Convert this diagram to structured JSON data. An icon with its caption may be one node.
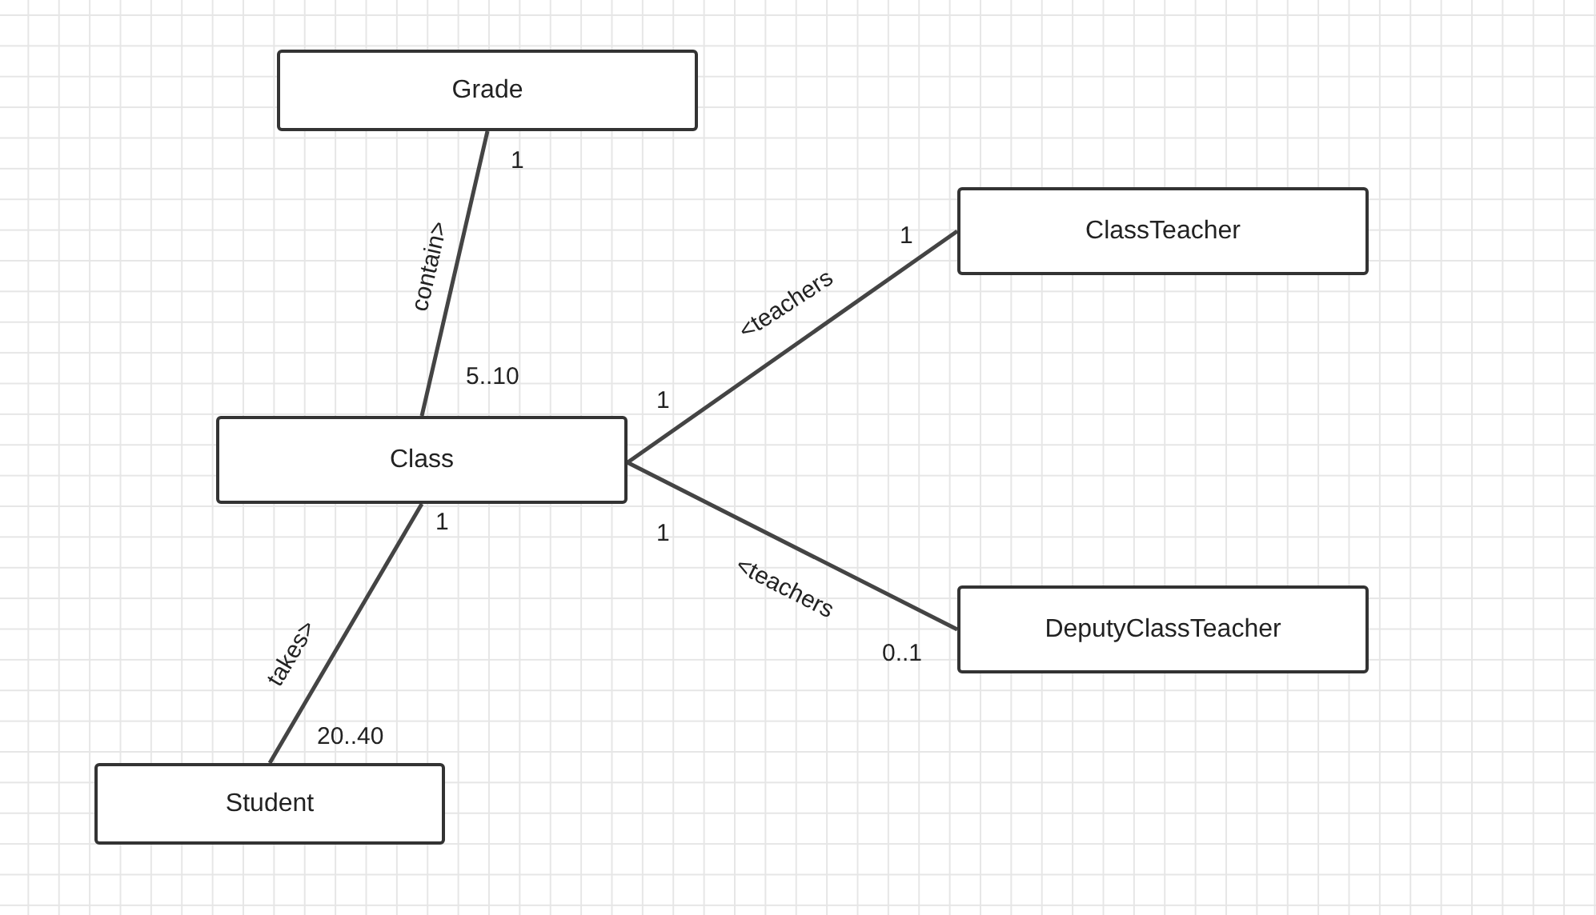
{
  "diagram": {
    "nodes": [
      {
        "text": [
          "Grade"
        ]
      },
      {
        "text": [
          "ClassTeacher"
        ]
      },
      {
        "text": [
          "Class"
        ]
      },
      {
        "text": [
          "DeputyClassTeacher"
        ]
      },
      {
        "text": [
          "Student"
        ]
      }
    ],
    "edges": [
      {
        "from": 0,
        "to": 2,
        "arrow": "none",
        "label": "contain>"
      },
      {
        "from": 2,
        "to": 1,
        "arrow": "none",
        "label": "<teachers"
      },
      {
        "from": 2,
        "to": 3,
        "arrow": "none",
        "label": "<teachers"
      },
      {
        "from": 2,
        "to": 4,
        "arrow": "none",
        "label": "takes>"
      }
    ],
    "labels": [
      "1",
      "1",
      "5..10",
      "1",
      "1",
      "1",
      "0..1",
      "20..40"
    ]
  }
}
